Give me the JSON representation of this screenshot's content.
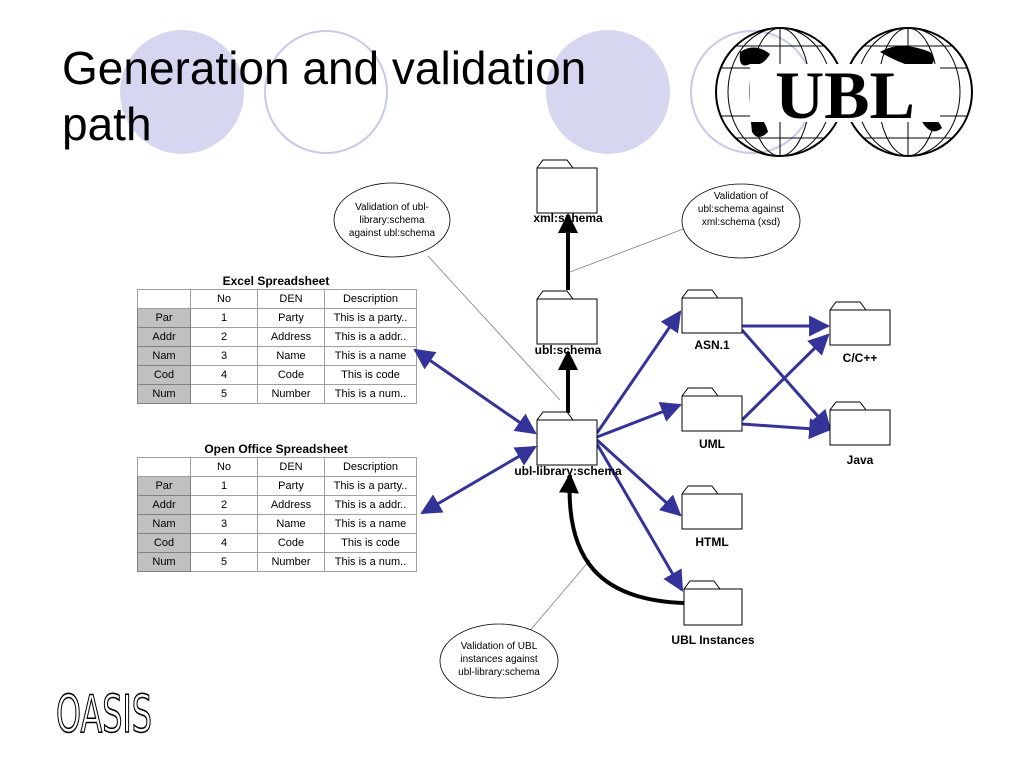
{
  "title": "Generation and validation path",
  "excel": {
    "title": "Excel Spreadsheet",
    "headers": [
      "No",
      "DEN",
      "Description"
    ],
    "rows": [
      {
        "head": "Par",
        "no": "1",
        "den": "Party",
        "desc": "This is a party.."
      },
      {
        "head": "Addr",
        "no": "2",
        "den": "Address",
        "desc": "This is a addr.."
      },
      {
        "head": "Nam",
        "no": "3",
        "den": "Name",
        "desc": "This is a name"
      },
      {
        "head": "Cod",
        "no": "4",
        "den": "Code",
        "desc": "This is code"
      },
      {
        "head": "Num",
        "no": "5",
        "den": "Number",
        "desc": "This is a num.."
      }
    ]
  },
  "openoffice": {
    "title": "Open Office Spreadsheet",
    "headers": [
      "No",
      "DEN",
      "Description"
    ],
    "rows": [
      {
        "head": "Par",
        "no": "1",
        "den": "Party",
        "desc": "This is a party.."
      },
      {
        "head": "Addr",
        "no": "2",
        "den": "Address",
        "desc": "This is a addr.."
      },
      {
        "head": "Nam",
        "no": "3",
        "den": "Name",
        "desc": "This is a name"
      },
      {
        "head": "Cod",
        "no": "4",
        "den": "Code",
        "desc": "This is code"
      },
      {
        "head": "Num",
        "no": "5",
        "den": "Number",
        "desc": "This is a num.."
      }
    ]
  },
  "nodes": {
    "xml_schema": "xml:schema",
    "ubl_schema": "ubl:schema",
    "ubl_library_schema": "ubl-library:schema",
    "asn1": "ASN.1",
    "uml": "UML",
    "html": "HTML",
    "ubl_instances": "UBL Instances",
    "cpp": "C/C++",
    "java": "Java"
  },
  "bubbles": {
    "library_vs_schema": [
      "Validation of ubl-",
      "library:schema",
      "against ubl:schema"
    ],
    "schema_vs_xsd": [
      "Validation of",
      "ubl:schema against",
      "xml:schema (xsd)"
    ],
    "instances_vs_library": [
      "Validation of UBL",
      "instances against",
      "ubl-library:schema"
    ]
  },
  "logos": {
    "ubl": "UBL",
    "oasis": "OASIS"
  },
  "colors": {
    "arrow_blue": "#333399",
    "arrow_black": "#000000",
    "deco_circle": "#d6d6f0",
    "deco_ring": "#c8c8e8"
  }
}
